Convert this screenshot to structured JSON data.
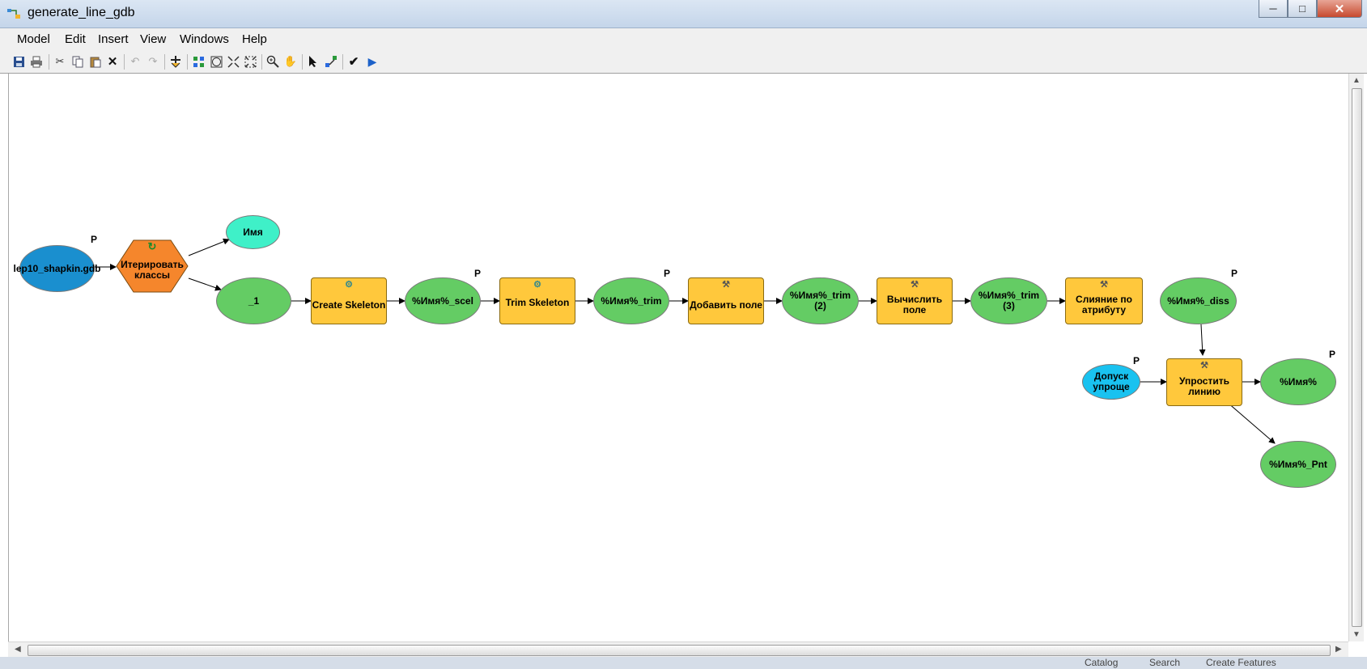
{
  "window": {
    "title": "generate_line_gdb"
  },
  "menu": [
    "Model",
    "Edit",
    "Insert",
    "View",
    "Windows",
    "Help"
  ],
  "toolbar": {
    "icons": [
      "save-icon",
      "print-icon",
      "cut-icon",
      "copy-icon",
      "paste-icon",
      "delete-icon",
      "undo-icon",
      "redo-icon",
      "add-data-icon",
      "auto-layout-icon",
      "full-extent-icon",
      "fixed-zoom-in-icon",
      "fixed-zoom-out-icon",
      "zoom-in-icon",
      "pan-icon",
      "select-icon",
      "connect-icon",
      "validate-icon",
      "run-icon"
    ]
  },
  "model": {
    "nodes": {
      "input_gdb": "lep10_shapkin.gdb",
      "iterator": "Итерировать классы",
      "name_var": "Имя",
      "out1": "_1",
      "create_skeleton": "Create Skeleton",
      "scel": "%Имя%_scel",
      "trim_skeleton": "Trim Skeleton",
      "trim": "%Имя%_trim",
      "add_field": "Добавить поле",
      "trim2": "%Имя%_trim (2)",
      "calc_field": "Вычислить поле",
      "trim3": "%Имя%_trim (3)",
      "dissolve": "Слияние по атрибуту",
      "diss": "%Имя%_diss",
      "tolerance": "Допуск упроще",
      "simplify": "Упростить линию",
      "output": "%Имя%",
      "pnt": "%Имя%_Pnt"
    },
    "parameter_marker": "P"
  },
  "taskbar": {
    "catalog": "Catalog",
    "search": "Search",
    "create_features": "Create Features"
  },
  "colors": {
    "data": "#64cc64",
    "tool": "#ffc83c",
    "iterator": "#f5862c",
    "input": "#1a8fcf",
    "variable": "#3ff0c8",
    "parameter_input": "#19c2f0"
  }
}
